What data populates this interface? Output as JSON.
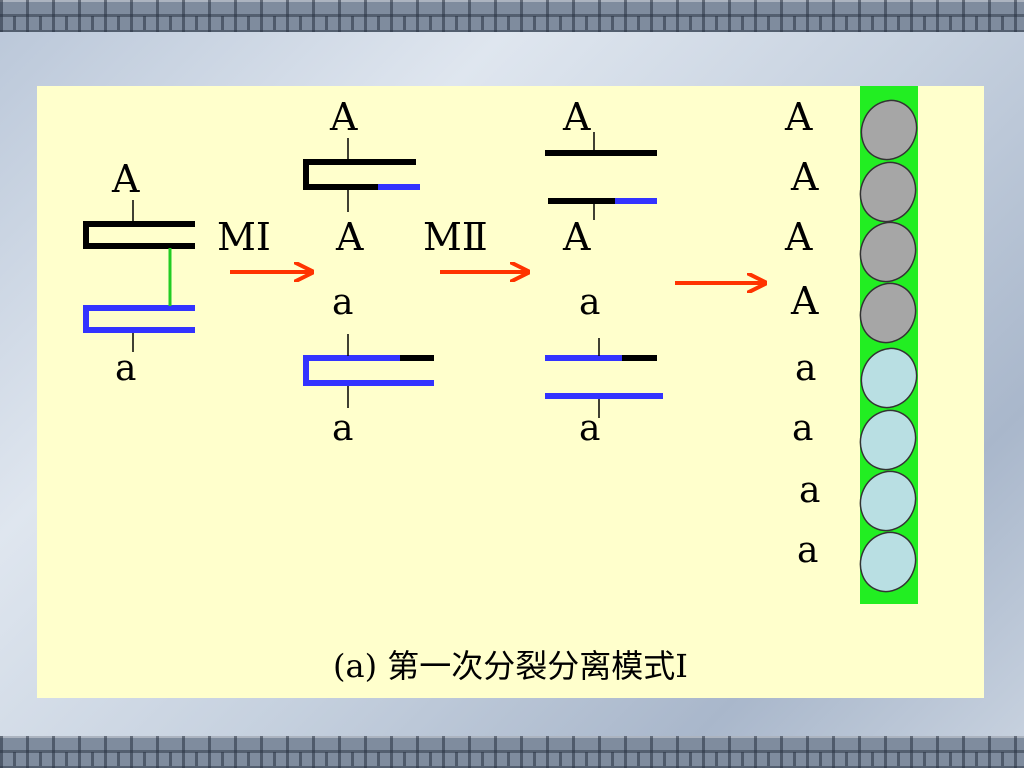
{
  "labels": {
    "left_top": "A",
    "left_bottom": "a",
    "m1": "MⅠ",
    "m2": "MⅡ",
    "s1_top": "A",
    "s1_upper_mid": "A",
    "s1_lower_mid": "a",
    "s1_bottom": "a",
    "s2_top": "A",
    "s2_upper_mid": "A",
    "s2_lower_mid": "a",
    "s2_bottom": "a",
    "result": [
      "A",
      "A",
      "A",
      "A",
      "a",
      "a",
      "a",
      "a"
    ]
  },
  "caption": "(a) 第一次分裂分离模式Ⅰ",
  "colors": {
    "arrow": "#ff3300",
    "chromosome_dark": "#000000",
    "chromosome_blue": "#3333ff",
    "connector": "#22cc22",
    "ascus": "#22ee22",
    "spore_dominant": "#a6a6a6",
    "spore_recessive": "#b9dfe3"
  }
}
